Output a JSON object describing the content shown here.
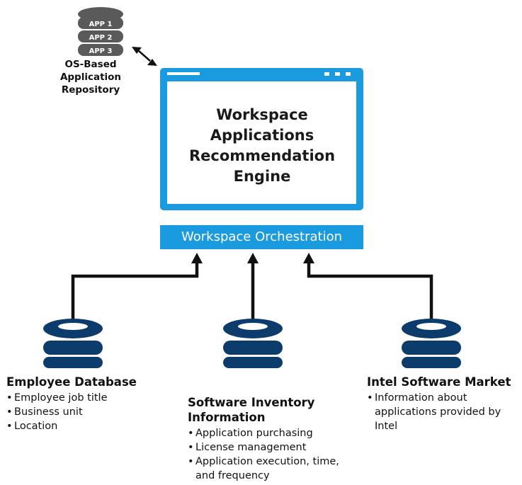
{
  "repository": {
    "apps": [
      "APP 1",
      "APP 2",
      "APP 3"
    ],
    "caption_lines": [
      "OS-Based",
      "Application",
      "Repository"
    ]
  },
  "engine": {
    "title_lines": [
      "Workspace",
      "Applications",
      "Recommendation",
      "Engine"
    ]
  },
  "orchestration": {
    "label": "Workspace Orchestration"
  },
  "sources": [
    {
      "title_lines": [
        "Employee Database"
      ],
      "items": [
        "Employee job title",
        "Business unit",
        "Location"
      ]
    },
    {
      "title_lines": [
        "Software Inventory",
        "Information"
      ],
      "items": [
        "Application purchasing",
        "License management",
        "Application execution, time, and frequency"
      ]
    },
    {
      "title_lines": [
        "Intel Software Market"
      ],
      "items": [
        "Information about applications provided by Intel"
      ]
    }
  ],
  "colors": {
    "accent_blue": "#1a9be0",
    "database_navy": "#0b3c6b",
    "repo_gray": "#5a5a5a",
    "connector": "#111111"
  },
  "icons": {
    "database": "database-icon",
    "window_dots": "window-control-dots-icon",
    "bidirectional_arrow": "double-headed-arrow-icon"
  }
}
